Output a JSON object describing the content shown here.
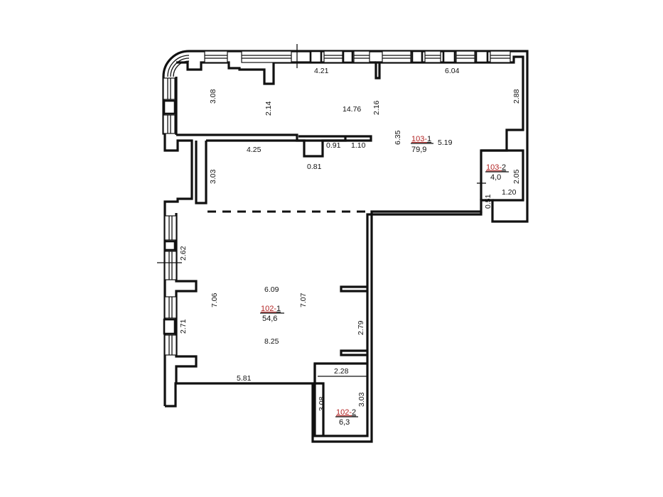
{
  "rooms": {
    "r103_1": {
      "num": "103-",
      "suffix": "1",
      "area": "79,9"
    },
    "r103_2": {
      "num": "103-",
      "suffix": "2",
      "area": "4,0"
    },
    "r102_1": {
      "num": "102-",
      "suffix": "1",
      "area": "54,6"
    },
    "r102_2": {
      "num": "102-",
      "suffix": "2",
      "area": "6,3"
    }
  },
  "dimensions": {
    "d421": "4.21",
    "d604": "6.04",
    "d308a": "3.08",
    "d214": "2.14",
    "d1476": "14.76",
    "d216": "2.16",
    "d288": "2.88",
    "d635": "6.35",
    "d519": "5.19",
    "d425": "4.25",
    "d091": "0.91",
    "d110": "1.10",
    "d081": "0.81",
    "d303a": "3.03",
    "d205": "2.05",
    "d120": "1.20",
    "d051": "0.51",
    "d262": "2.62",
    "d706": "7.06",
    "d609": "6.09",
    "d707": "7.07",
    "d279": "2.79",
    "d271": "2.71",
    "d825": "8.25",
    "d581": "5.81",
    "d228": "2.28",
    "d308b": "3.08",
    "d303b": "3.03"
  }
}
